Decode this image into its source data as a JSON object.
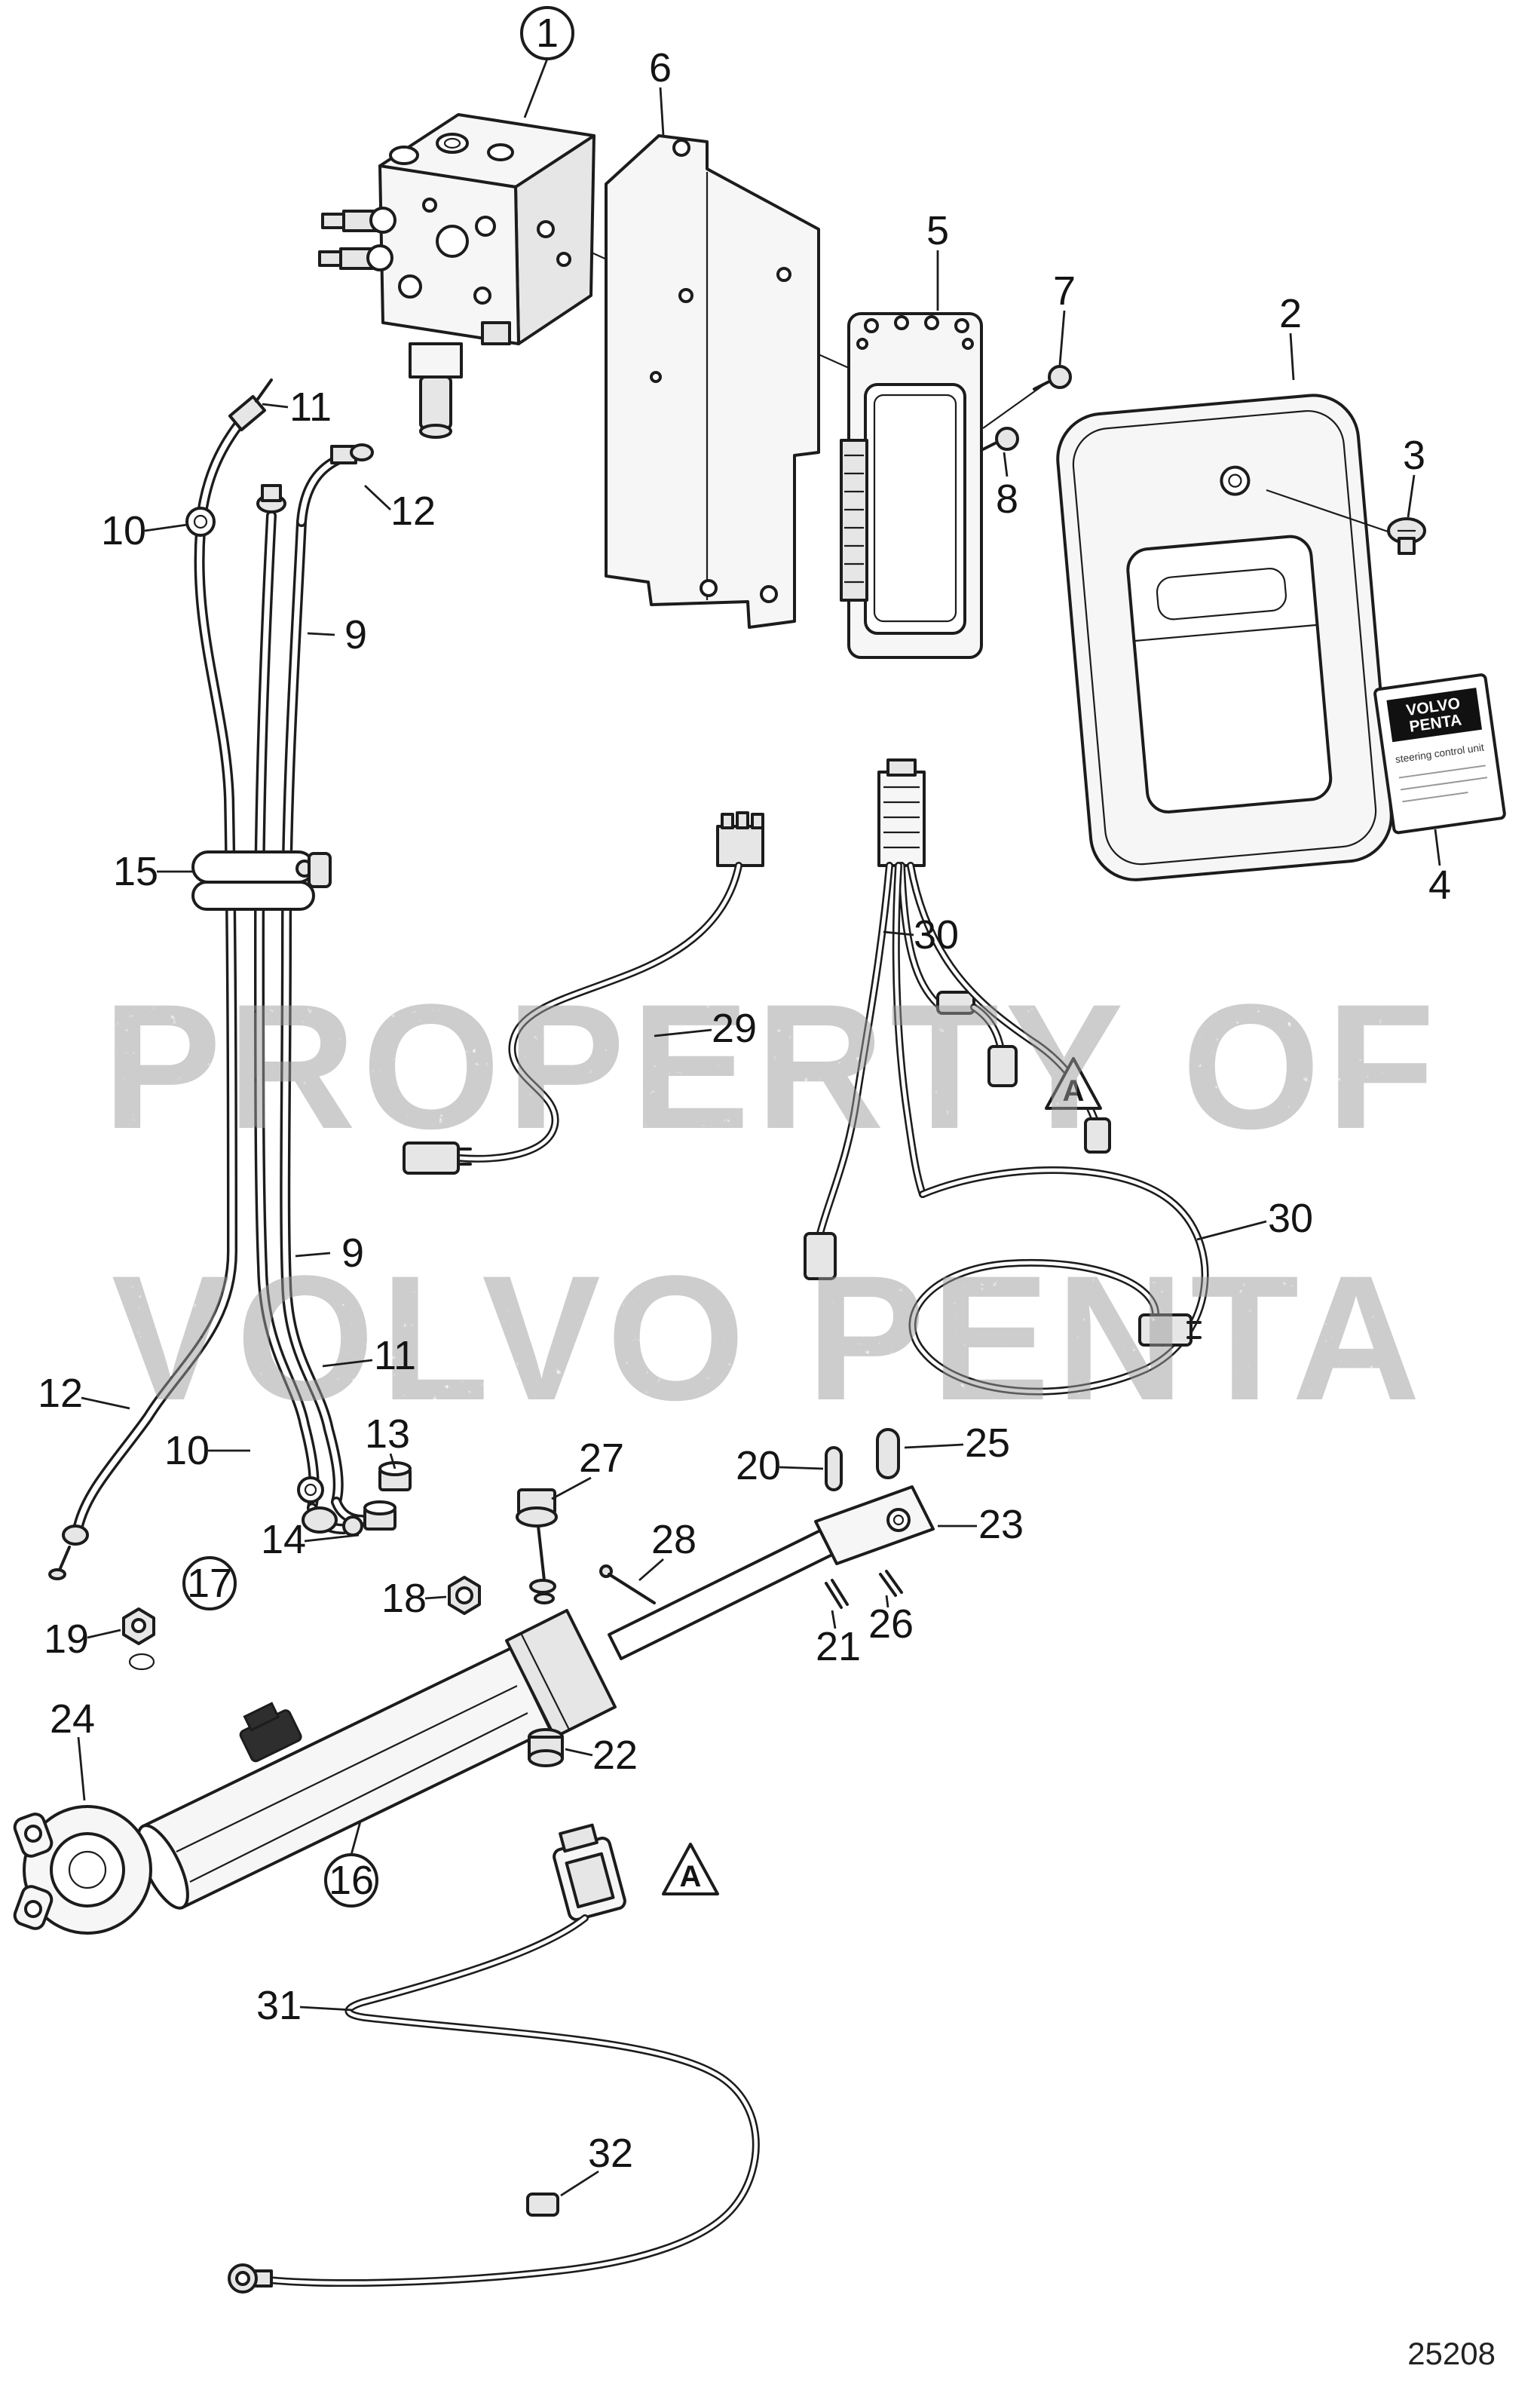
{
  "page": {
    "background": "#ffffff",
    "drawing_number": "25208"
  },
  "watermark": {
    "line1": "PROPERTY OF",
    "line2": "VOLVO PENTA"
  },
  "sticker": {
    "brand_line1": "VOLVO",
    "brand_line2": "PENTA",
    "caption": "steering control unit"
  },
  "warning": {
    "label": "A"
  },
  "callouts": {
    "c1": "1",
    "c2": "2",
    "c3": "3",
    "c4": "4",
    "c5": "5",
    "c6": "6",
    "c7": "7",
    "c8": "8",
    "c9": "9",
    "c10": "10",
    "c11": "11",
    "c12": "12",
    "c13": "13",
    "c14": "14",
    "c15": "15",
    "c16": "16",
    "c17": "17",
    "c18": "18",
    "c19": "19",
    "c20": "20",
    "c21": "21",
    "c22": "22",
    "c23": "23",
    "c24": "24",
    "c25": "25",
    "c26": "26",
    "c27": "27",
    "c28": "28",
    "c29": "29",
    "c30": "30",
    "c31": "31",
    "c32": "32"
  }
}
